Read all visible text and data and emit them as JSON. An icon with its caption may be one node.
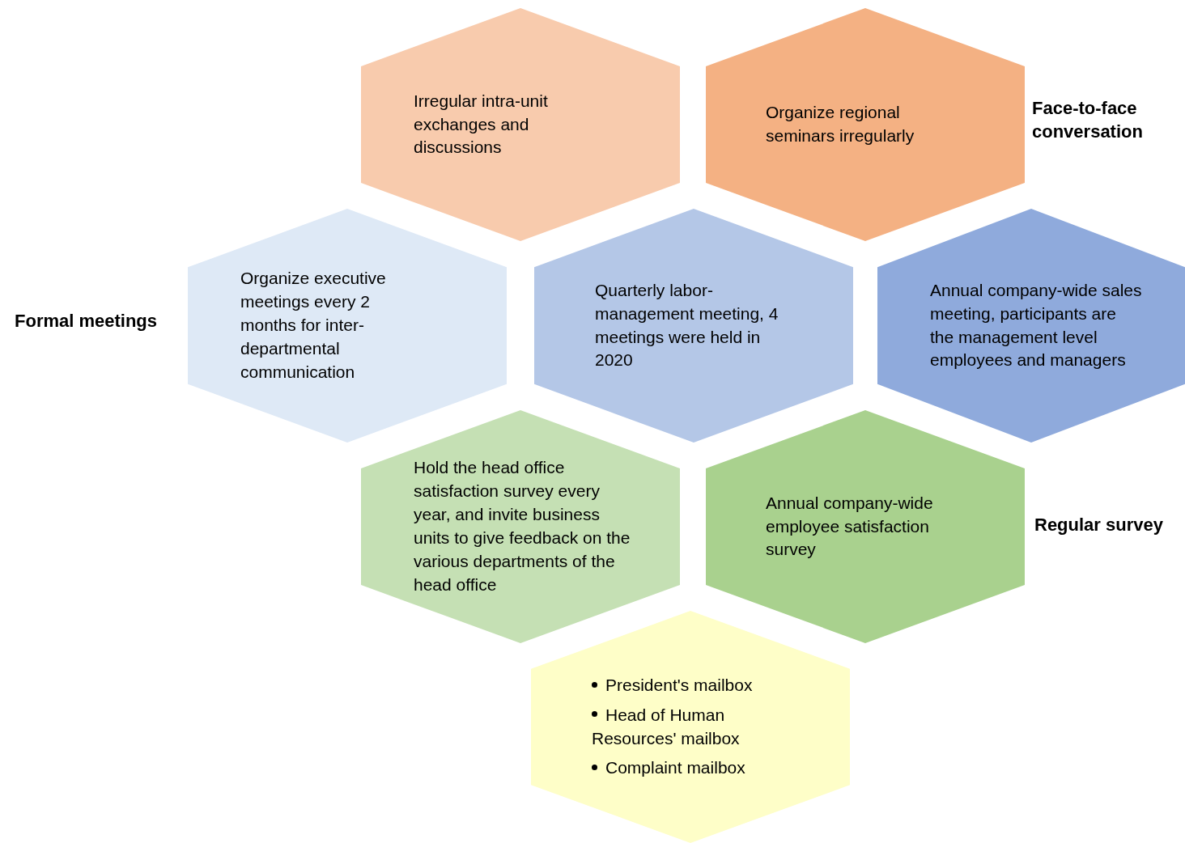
{
  "diagram": {
    "nodes": [
      {
        "text": [
          "Irregular intra-unit exchanges and discussions"
        ]
      },
      {
        "text": [
          "Organize regional seminars irregularly"
        ]
      },
      {
        "text": [
          "Organize executive meetings every 2 months for inter-departmental communication"
        ]
      },
      {
        "text": [
          "Quarterly labor-management meeting, 4 meetings were held in 2020"
        ]
      },
      {
        "text": [
          "Annual company-wide sales meeting, participants are the management level employees and managers"
        ]
      },
      {
        "text": [
          "Hold the head office satisfaction survey every year, and invite business units to give feedback on the various departments of the head office"
        ]
      },
      {
        "text": [
          "Annual company-wide employee satisfaction survey"
        ]
      },
      {
        "text": [
          "President's mailbox",
          "Head of Human Resources' mailbox",
          "Complaint mailbox"
        ]
      }
    ],
    "labels": [
      "Face-to-face conversation",
      "Formal meetings",
      "Regular survey"
    ]
  }
}
